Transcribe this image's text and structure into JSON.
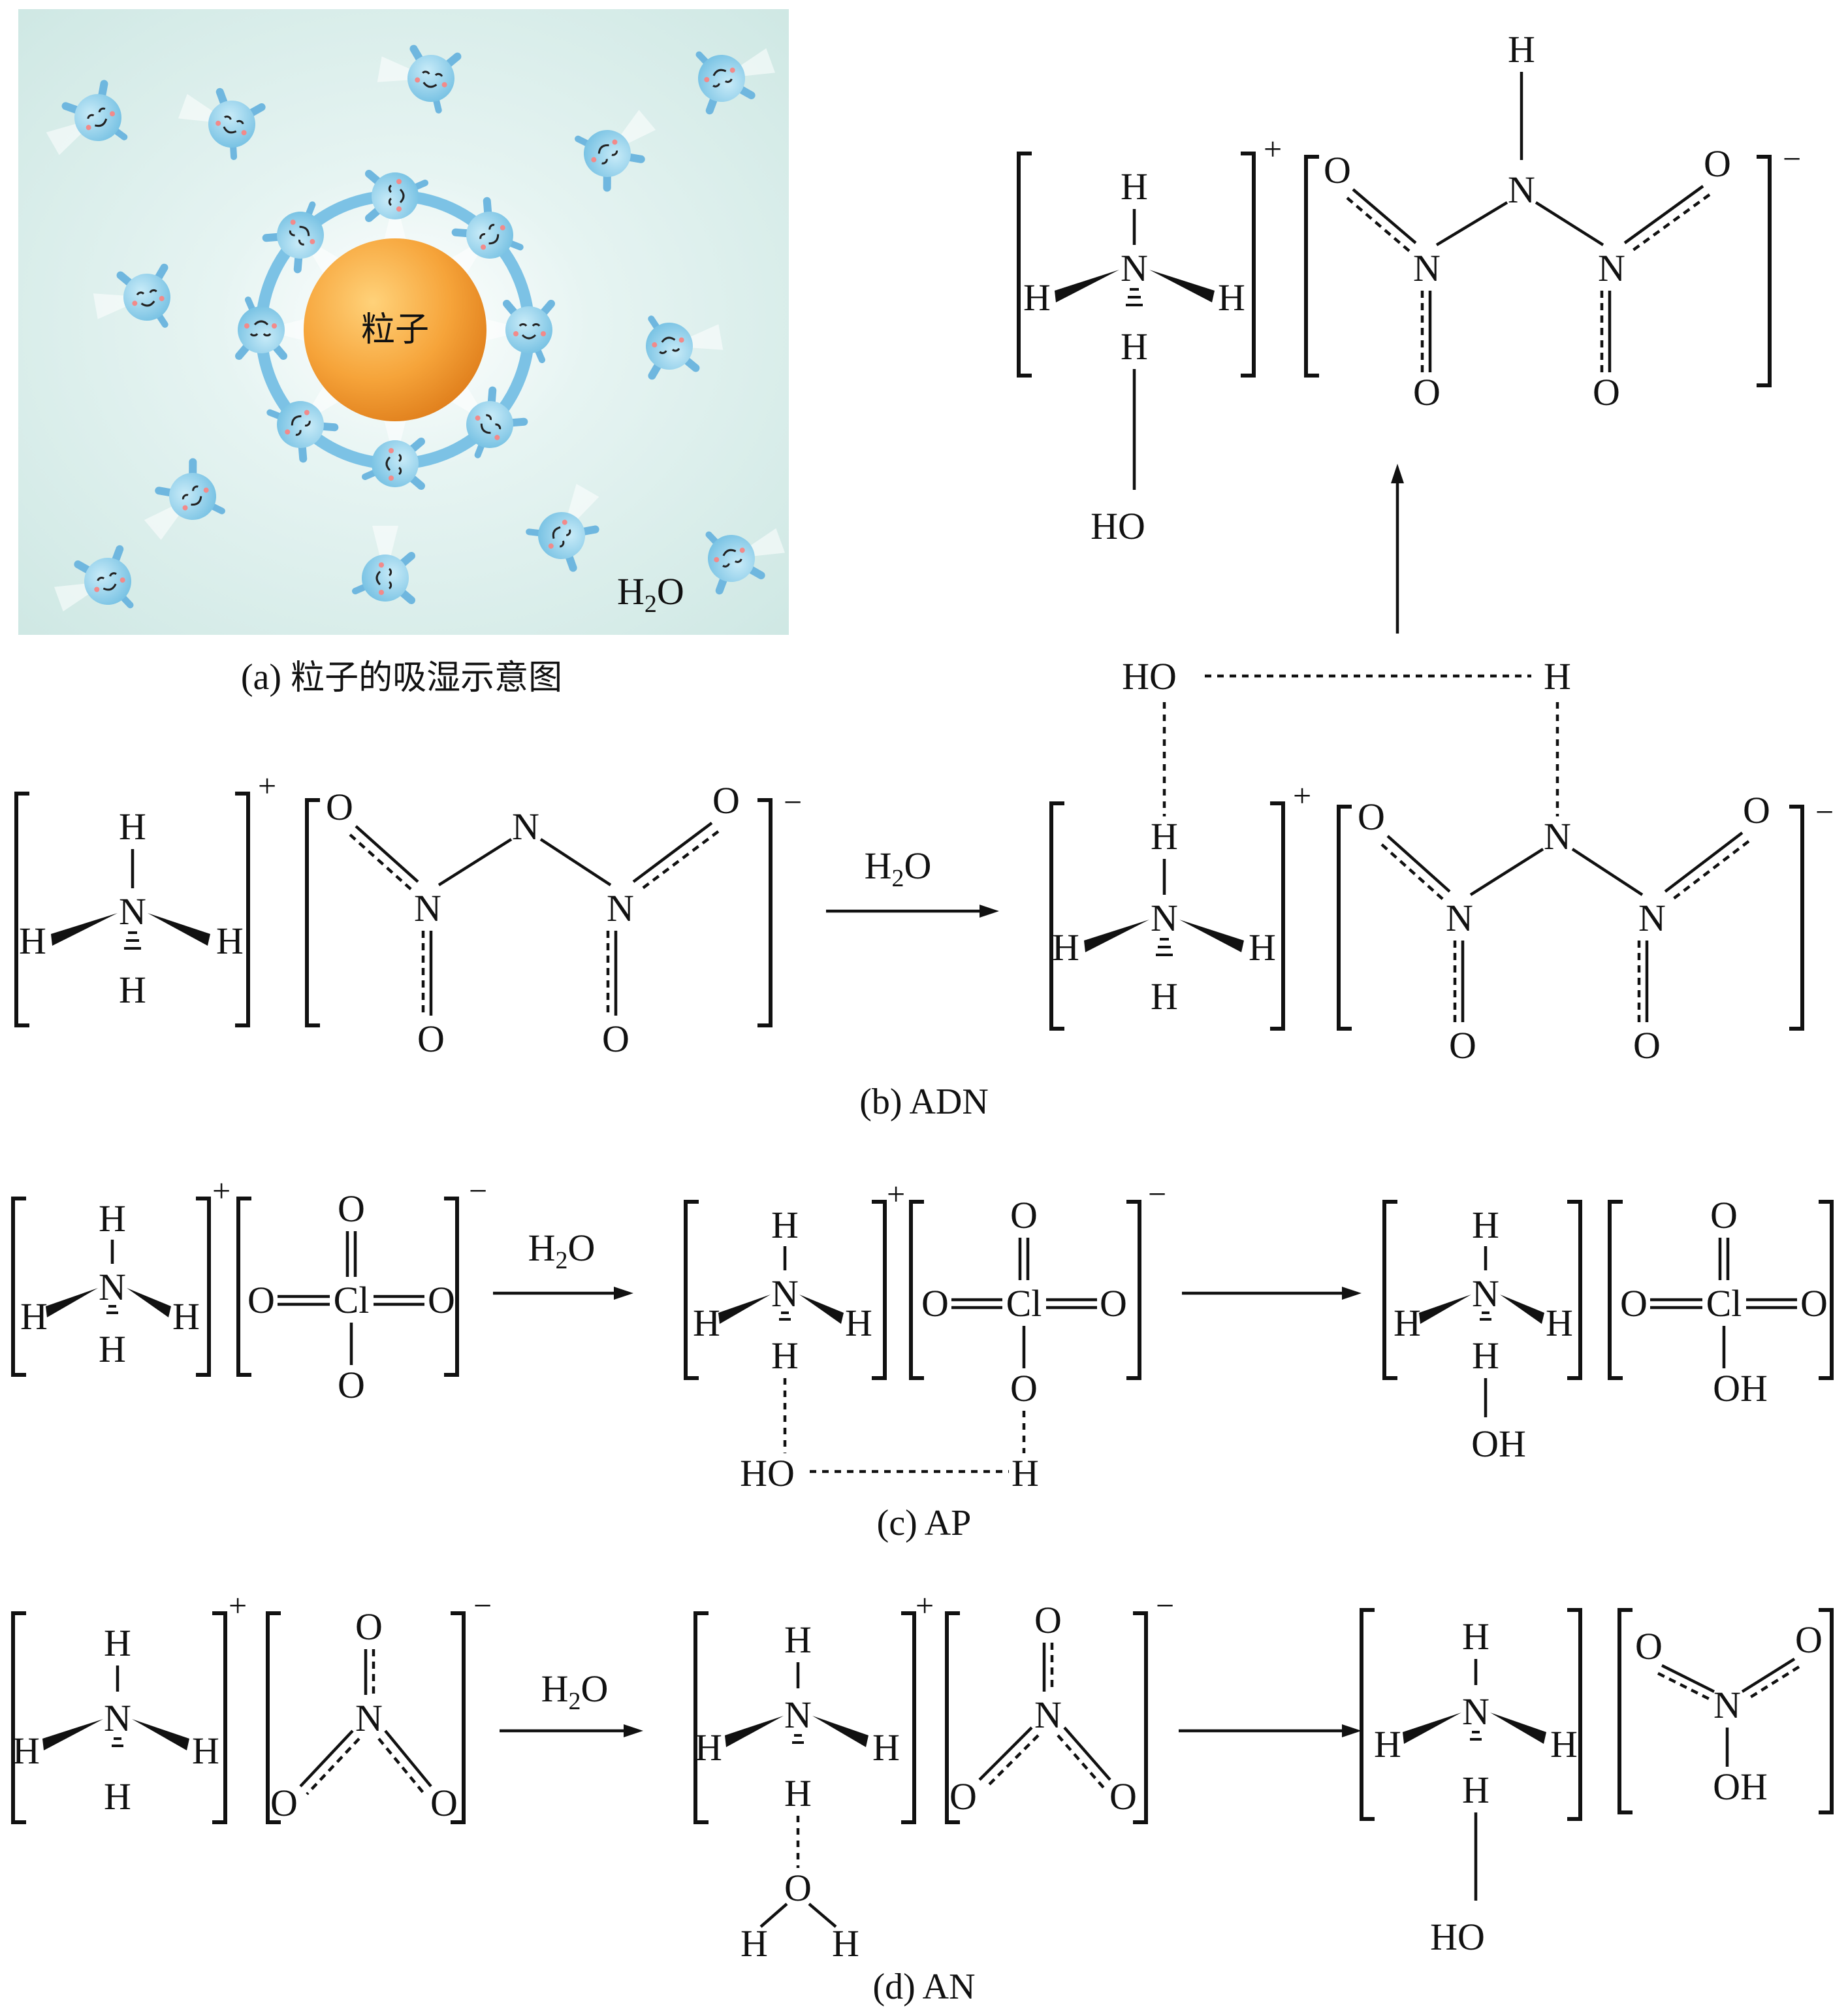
{
  "panel_a": {
    "particle_label": "粒子",
    "water_label": "H2O",
    "caption_prefix": "(a)",
    "caption_text": "粒子的吸湿示意图",
    "colors": {
      "background": "#d6ece9",
      "particle": "#f5a23a",
      "molecule": "#8ccfea",
      "ring": "#7cc2e5"
    }
  },
  "panel_b": {
    "caption": "(b) ADN",
    "reagent": "H2O"
  },
  "panel_c": {
    "caption": "(c) AP",
    "reagent": "H2O"
  },
  "panel_d": {
    "caption": "(d) AN",
    "reagent": "H2O"
  },
  "atoms": {
    "H": "H",
    "N": "N",
    "O": "O",
    "Cl": "Cl",
    "HO": "HO",
    "OH": "OH"
  },
  "charges": {
    "plus": "+",
    "minus": "−"
  }
}
